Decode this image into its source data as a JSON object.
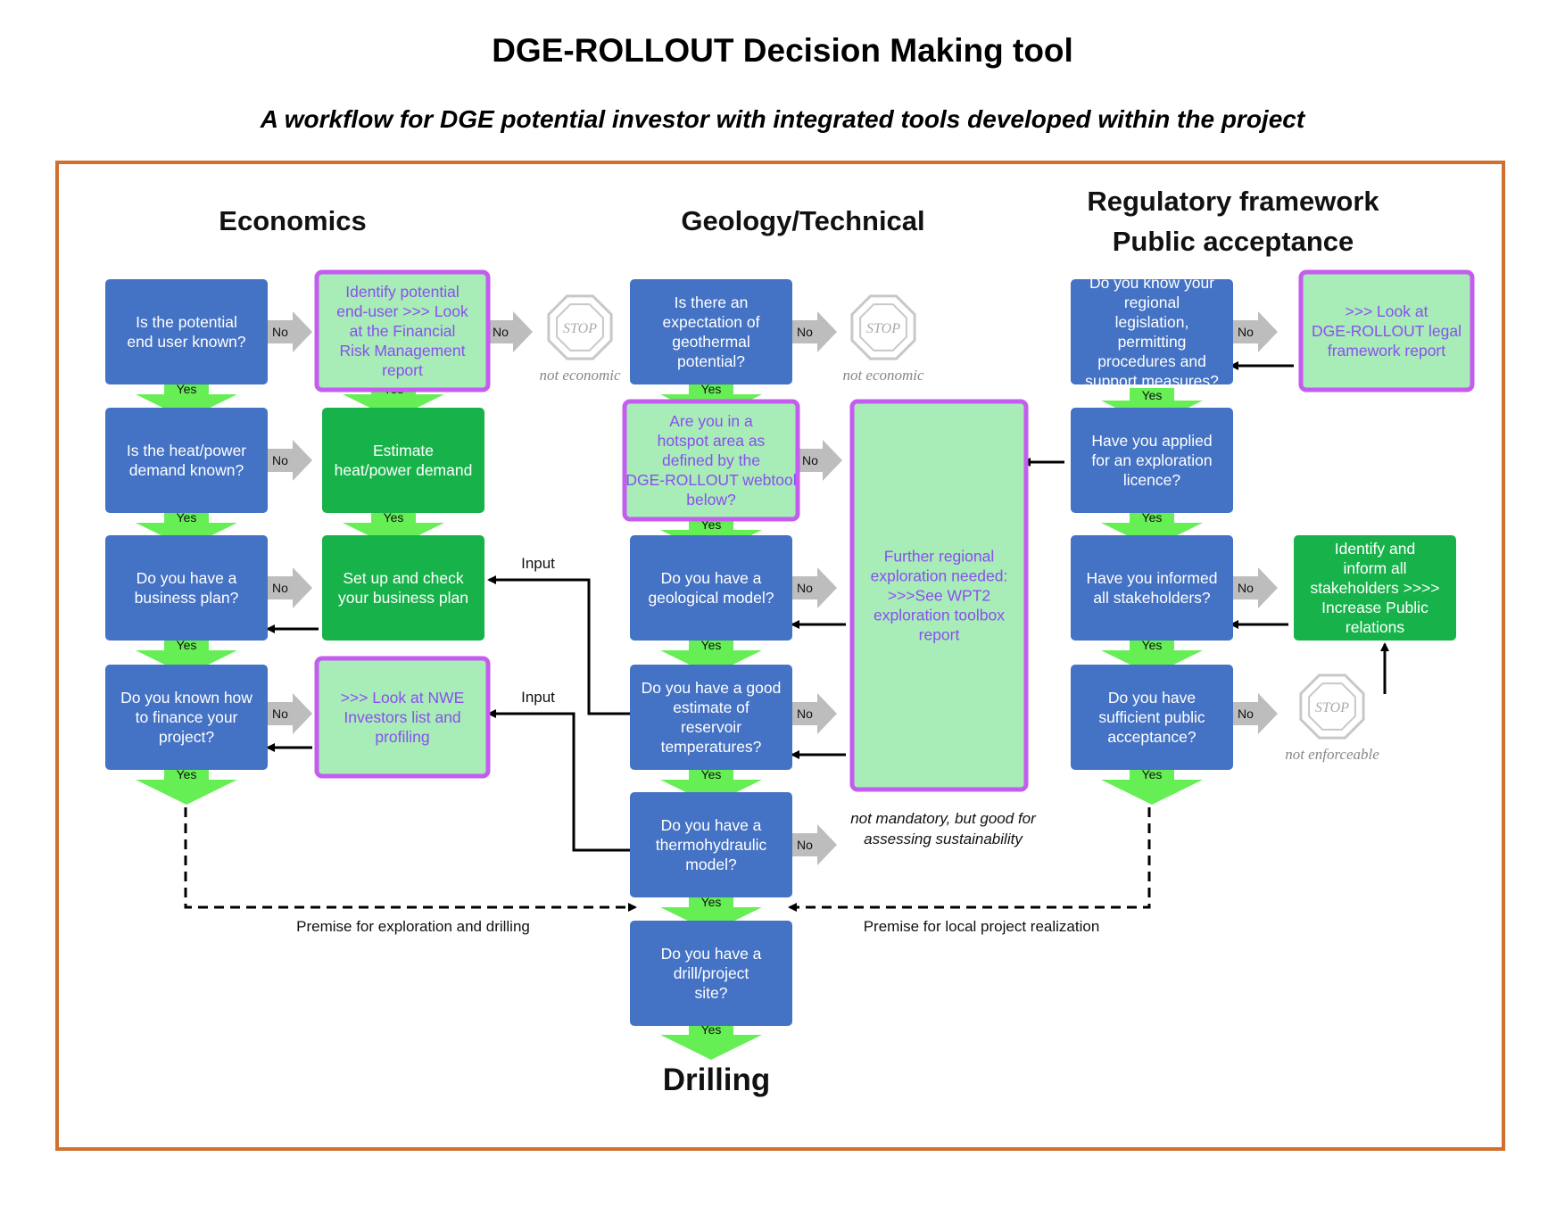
{
  "title": "DGE-ROLLOUT Decision Making tool",
  "subtitle": "A workflow for DGE potential investor with integrated tools developed within the project",
  "columns": {
    "economics": "Economics",
    "geology": "Geology/Technical",
    "regulatory_line1": "Regulatory framework",
    "regulatory_line2": "Public acceptance"
  },
  "labels": {
    "yes": "Yes",
    "no": "No",
    "input": "Input",
    "stop": "STOP"
  },
  "boxes": {
    "econ_q1": "Is the potential end user known?",
    "econ_a1": "Identify potential end-user >>> Look at the Financial Risk Management report",
    "econ_q2": "Is the heat/power demand known?",
    "econ_a2": "Estimate heat/power demand",
    "econ_q3": "Do you have a business plan?",
    "econ_a3": "Set up and check your business plan",
    "econ_q4": "Do you known how to finance your project?",
    "econ_a4": ">>> Look at NWE Investors list and profiling",
    "geo_q1": "Is there an expectation of geothermal potential?",
    "geo_q2": "Are you in a hotspot area as defined by the DGE-ROLLOUT webtool below?",
    "geo_a_big": "Further regional exploration needed: >>>See WPT2 exploration toolbox report",
    "geo_q3": "Do you have a geological model?",
    "geo_q4": "Do you have a good estimate of reservoir temperatures?",
    "geo_q5": "Do you have a thermohydraulic model?",
    "geo_q6": "Do you have a drill/project site?",
    "reg_q1": "Do you know your regional legislation, permitting procedures and support measures?",
    "reg_a1": ">>> Look at DGE-ROLLOUT legal framework report",
    "reg_q2": "Have you applied for an exploration licence?",
    "reg_q3": "Have you informed all stakeholders?",
    "reg_a3": "Identify and inform all stakeholders >>>> Increase Public relations",
    "reg_q4": "Do you have sufficient public acceptance?"
  },
  "stops": {
    "econ": "not economic",
    "geo": "not economic",
    "reg": "not enforceable"
  },
  "notes": {
    "thermo_line1": "not mandatory, but good for",
    "thermo_line2": "assessing sustainability",
    "premise_left": "Premise for exploration and drilling",
    "premise_right": "Premise for local project realization"
  },
  "final": "Drilling",
  "colors": {
    "question_blue": "#4472c4",
    "action_green": "#17b34a",
    "tool_light_green": "#a8ecb8",
    "tool_border": "#c55cf0",
    "tool_text": "#8a4ff0",
    "yes_arrow": "#66ee55",
    "no_arrow": "#bdbdbd",
    "frame": "#d0702e"
  }
}
